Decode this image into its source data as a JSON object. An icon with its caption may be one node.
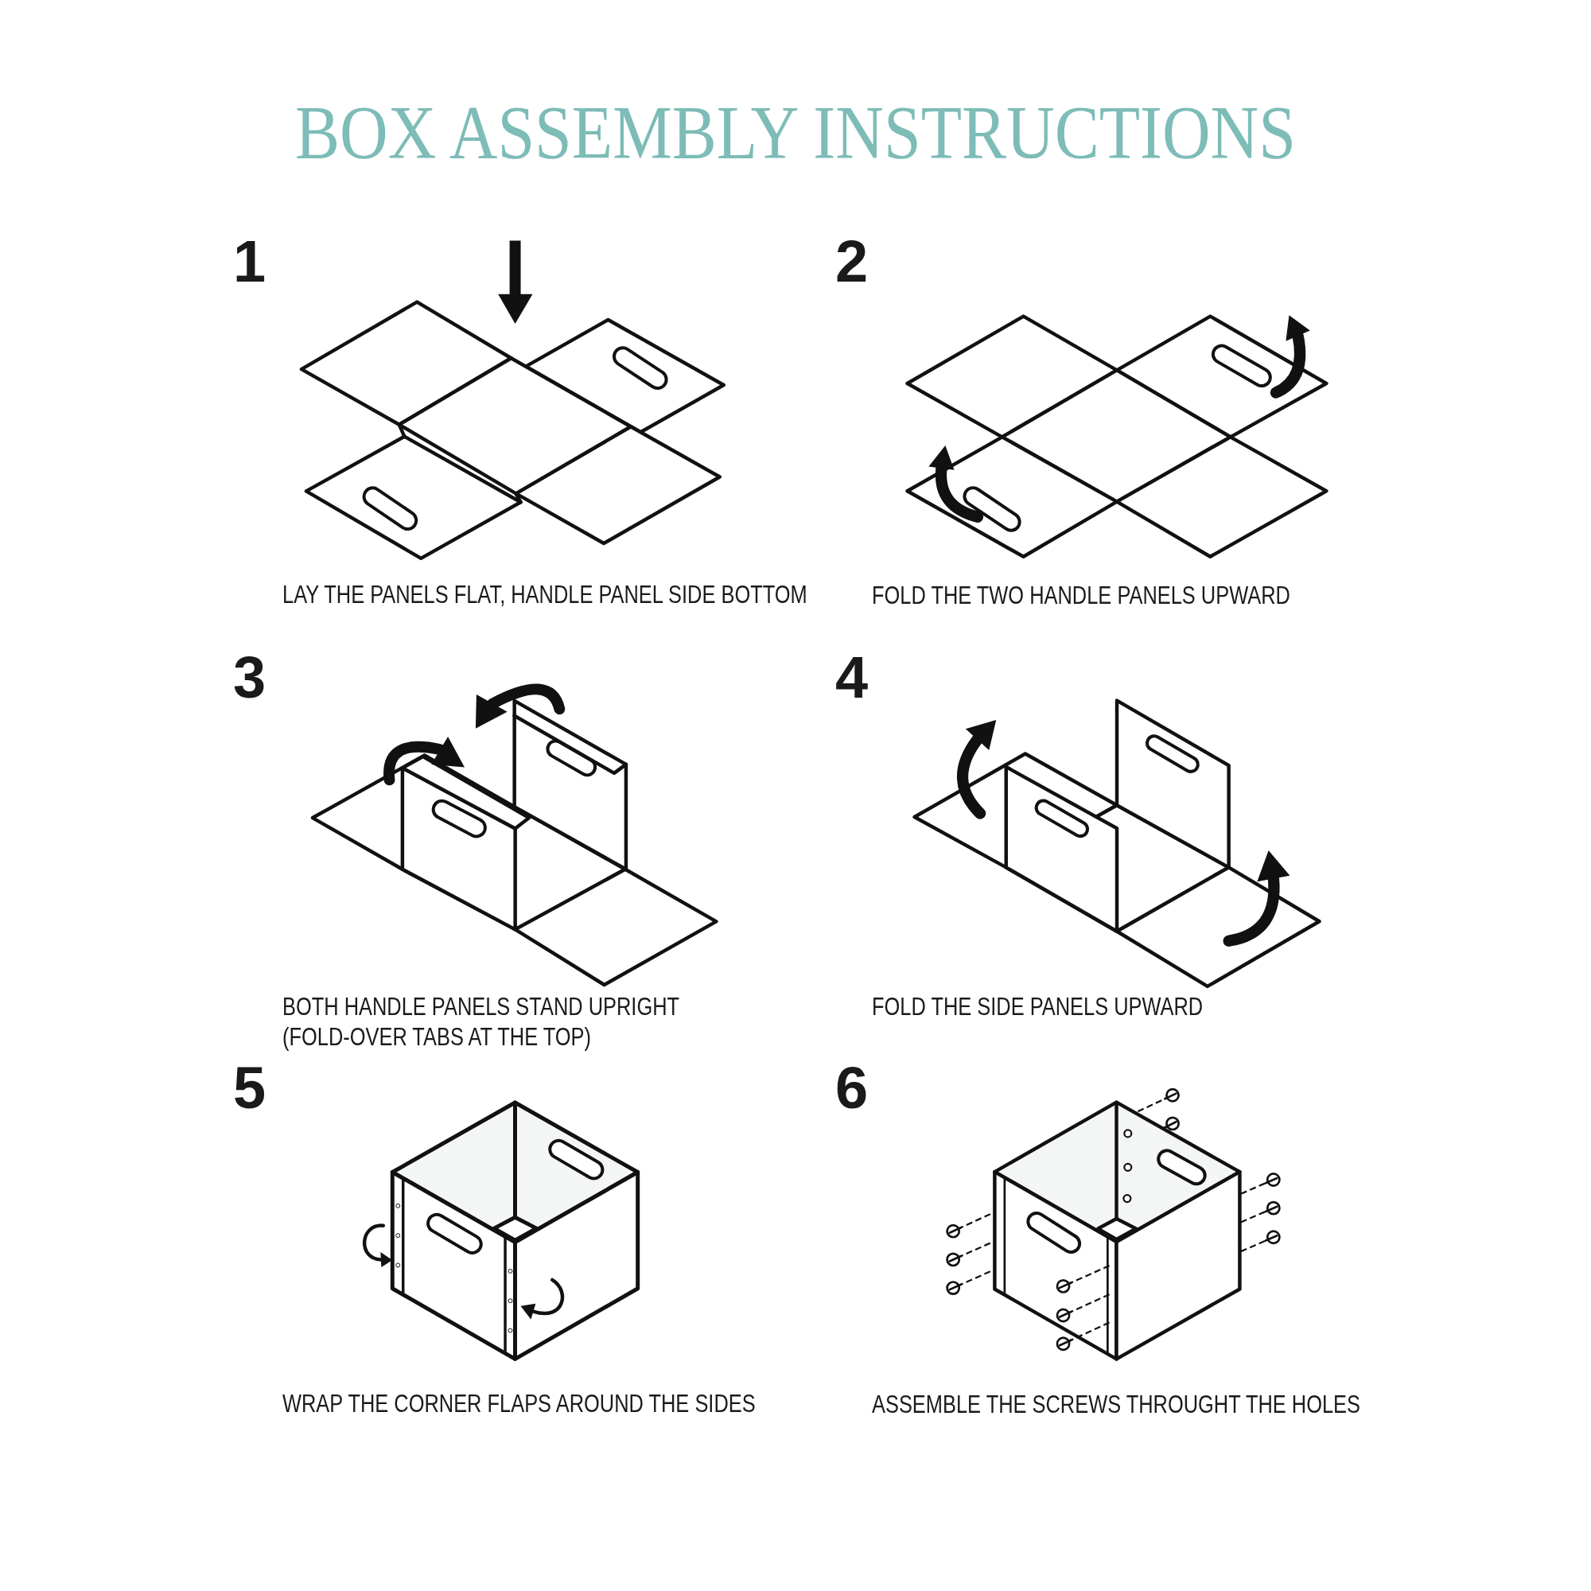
{
  "diagram": {
    "title": "BOX ASSEMBLY INSTRUCTIONS",
    "labels": [
      "1",
      "LAY THE PANELS FLAT, HANDLE PANEL SIDE BOTTOM",
      "2",
      "FOLD THE TWO HANDLE PANELS UPWARD",
      "3",
      "BOTH HANDLE PANELS STAND UPRIGHT (FOLD-OVER TABS AT THE TOP)",
      "4",
      "FOLD THE SIDE PANELS UPWARD",
      "5",
      "WRAP THE CORNER FLAPS AROUND THE SIDES",
      "6",
      "ASSEMBLE THE SCREWS THROUGHT THE HOLES"
    ]
  }
}
